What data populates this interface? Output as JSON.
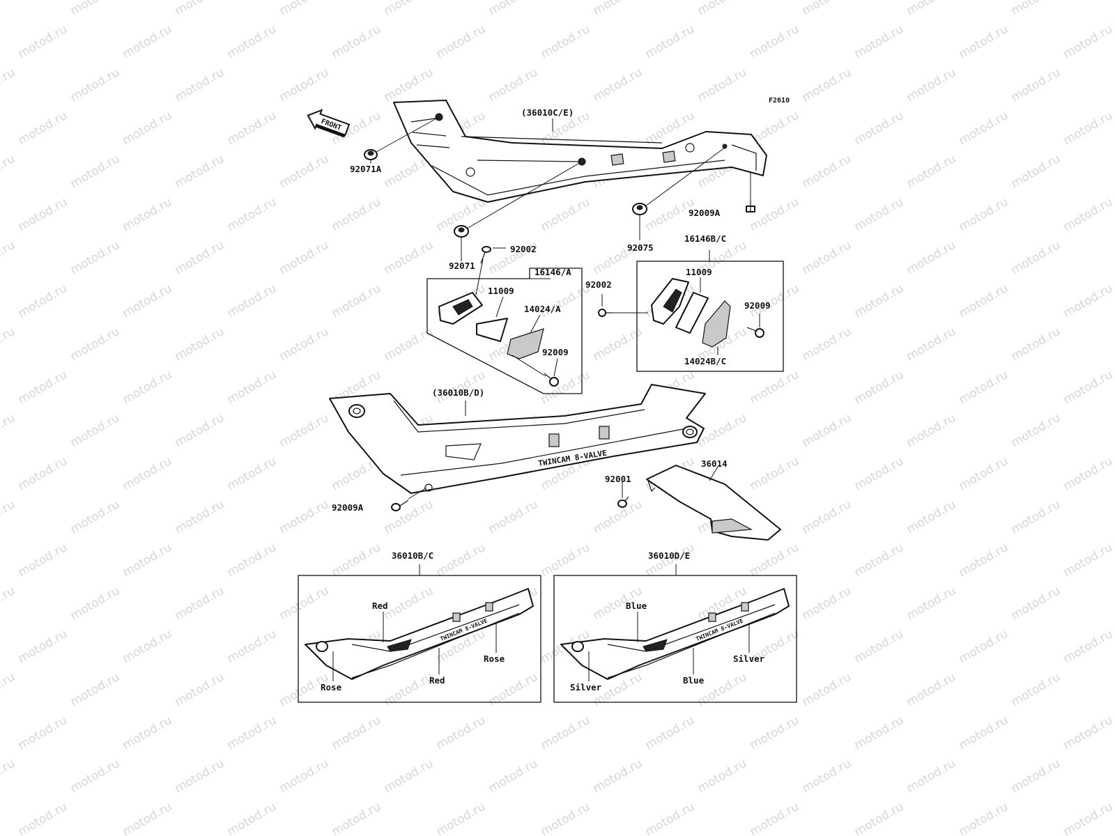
{
  "figure_code": "F2610",
  "watermark_text": "motod.ru",
  "front_arrow_label": "FRONT",
  "decal_text": "TWINCAM 8-VALVE",
  "parts": {
    "upper_cover": "(36010C/E)",
    "grommet_front": "92071A",
    "grommet": "92071",
    "bolt_upper_rear": "92009A",
    "grommet_rear": "92075",
    "screw_left": "92002",
    "screw_right": "92002",
    "lamp_left": "16146/A",
    "lamp_right": "16146B/C",
    "gasket_left": "11009",
    "gasket_right": "11009",
    "lens_left": "14024/A",
    "lens_right": "14024B/C",
    "bolt_left_lamp": "92009",
    "bolt_right_lamp": "92009",
    "lower_cover": "(36010B/D)",
    "bolt_lower_front": "92009A",
    "bolt_92001": "92001",
    "chain_cover": "36014"
  },
  "variants": {
    "left": {
      "title": "36010B/C",
      "color_top": "Red",
      "color_bottom_mid": "Red",
      "color_front": "Rose",
      "color_rear": "Rose"
    },
    "right": {
      "title": "36010D/E",
      "color_top": "Blue",
      "color_bottom_mid": "Blue",
      "color_front": "Silver",
      "color_rear": "Silver"
    }
  }
}
